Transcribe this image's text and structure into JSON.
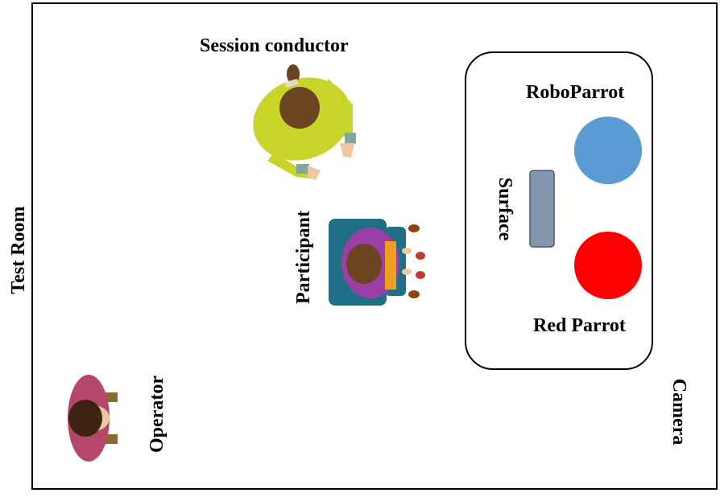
{
  "labels": {
    "room": "Test Room",
    "session_conductor": "Session conductor",
    "participant": "Participant",
    "operator": "Operator",
    "roboparrot": "RoboParrot",
    "surface": "Surface",
    "red_parrot": "Red Parrot",
    "camera": "Camera"
  },
  "colors": {
    "roboparrot": "#5b9bd5",
    "red_parrot": "#ff0000",
    "surface": "#8497b0",
    "conductor_shirt": "#c9d42a",
    "participant_chair": "#1f6f86",
    "participant_shirt": "#9b3fa6",
    "operator_shirt": "#b5476b",
    "hair": "#5a3a1c",
    "skin": "#f2c6a0",
    "shoe": "#8b4513"
  }
}
